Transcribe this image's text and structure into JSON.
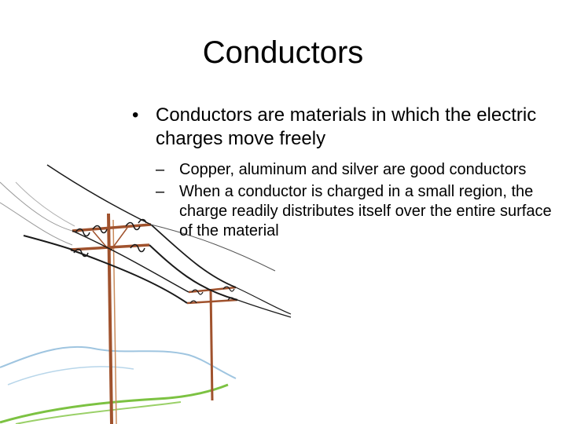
{
  "slide": {
    "title": "Conductors",
    "bullets": [
      {
        "marker": "•",
        "text": "Conductors are materials in which the electric charges move freely",
        "sub_marker": "–",
        "sub_items": [
          "Copper, aluminum and silver are good conductors",
          "When a conductor is charged in a small region, the charge readily distributes itself over the entire surface of the material"
        ]
      }
    ],
    "illustration": {
      "icon": "power-lines-illustration",
      "colors": {
        "pole": "#a0522d",
        "wire": "#1a1a1a",
        "faint_wire": "#9a9a9a",
        "grass": "#7cc242",
        "hills": "#9fc5e0"
      }
    }
  }
}
